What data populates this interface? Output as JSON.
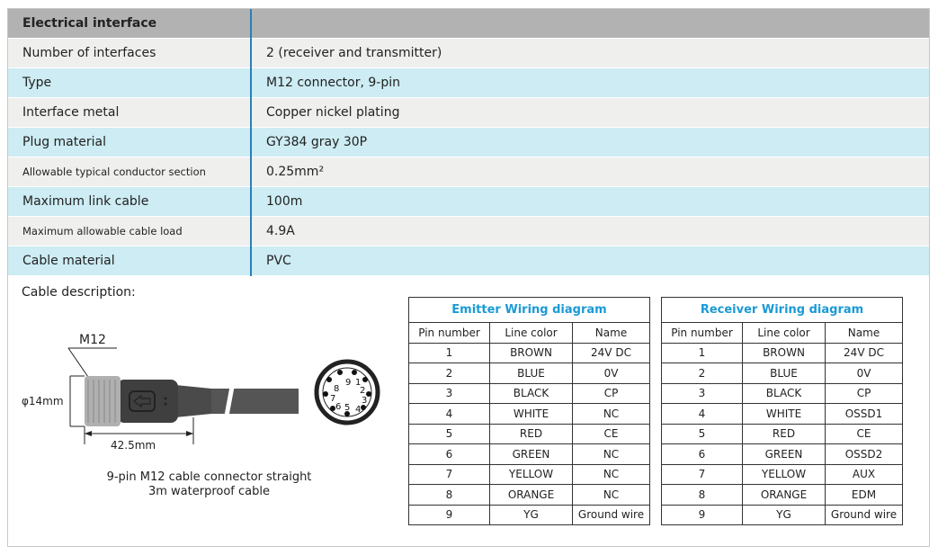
{
  "spec": {
    "header": "Electrical interface",
    "rows": [
      {
        "label": "Number of interfaces",
        "value": "2 (receiver and transmitter)"
      },
      {
        "label": "Type",
        "value": "M12 connector, 9-pin"
      },
      {
        "label": "Interface metal",
        "value": "Copper nickel plating"
      },
      {
        "label": "Plug material",
        "value": "GY384 gray 30P"
      },
      {
        "label": "Allowable typical conductor section",
        "value": "0.25mm²"
      },
      {
        "label": "Maximum link cable",
        "value": "100m"
      },
      {
        "label": "Maximum allowable cable load",
        "value": "4.9A"
      },
      {
        "label": "Cable material",
        "value": "PVC"
      }
    ]
  },
  "cable": {
    "heading": "Cable description:",
    "m12": "M12",
    "diameter": "φ14mm",
    "length": "42.5mm",
    "caption1": "9-pin M12 cable connector straight",
    "caption2": "3m waterproof cable",
    "pins": [
      "1",
      "2",
      "3",
      "4",
      "5",
      "6",
      "7",
      "8",
      "9"
    ]
  },
  "emitter": {
    "title": "Emitter Wiring diagram",
    "headers": [
      "Pin number",
      "Line color",
      "Name"
    ],
    "rows": [
      [
        "1",
        "BROWN",
        "24V DC"
      ],
      [
        "2",
        "BLUE",
        "0V"
      ],
      [
        "3",
        "BLACK",
        "CP"
      ],
      [
        "4",
        "WHITE",
        "NC"
      ],
      [
        "5",
        "RED",
        "CE"
      ],
      [
        "6",
        "GREEN",
        "NC"
      ],
      [
        "7",
        "YELLOW",
        "NC"
      ],
      [
        "8",
        "ORANGE",
        "NC"
      ],
      [
        "9",
        "YG",
        "Ground wire"
      ]
    ]
  },
  "receiver": {
    "title": "Receiver Wiring diagram",
    "headers": [
      "Pin number",
      "Line color",
      "Name"
    ],
    "rows": [
      [
        "1",
        "BROWN",
        "24V DC"
      ],
      [
        "2",
        "BLUE",
        "0V"
      ],
      [
        "3",
        "BLACK",
        "CP"
      ],
      [
        "4",
        "WHITE",
        "OSSD1"
      ],
      [
        "5",
        "RED",
        "CE"
      ],
      [
        "6",
        "GREEN",
        "OSSD2"
      ],
      [
        "7",
        "YELLOW",
        "AUX"
      ],
      [
        "8",
        "ORANGE",
        "EDM"
      ],
      [
        "9",
        "YG",
        "Ground wire"
      ]
    ]
  }
}
